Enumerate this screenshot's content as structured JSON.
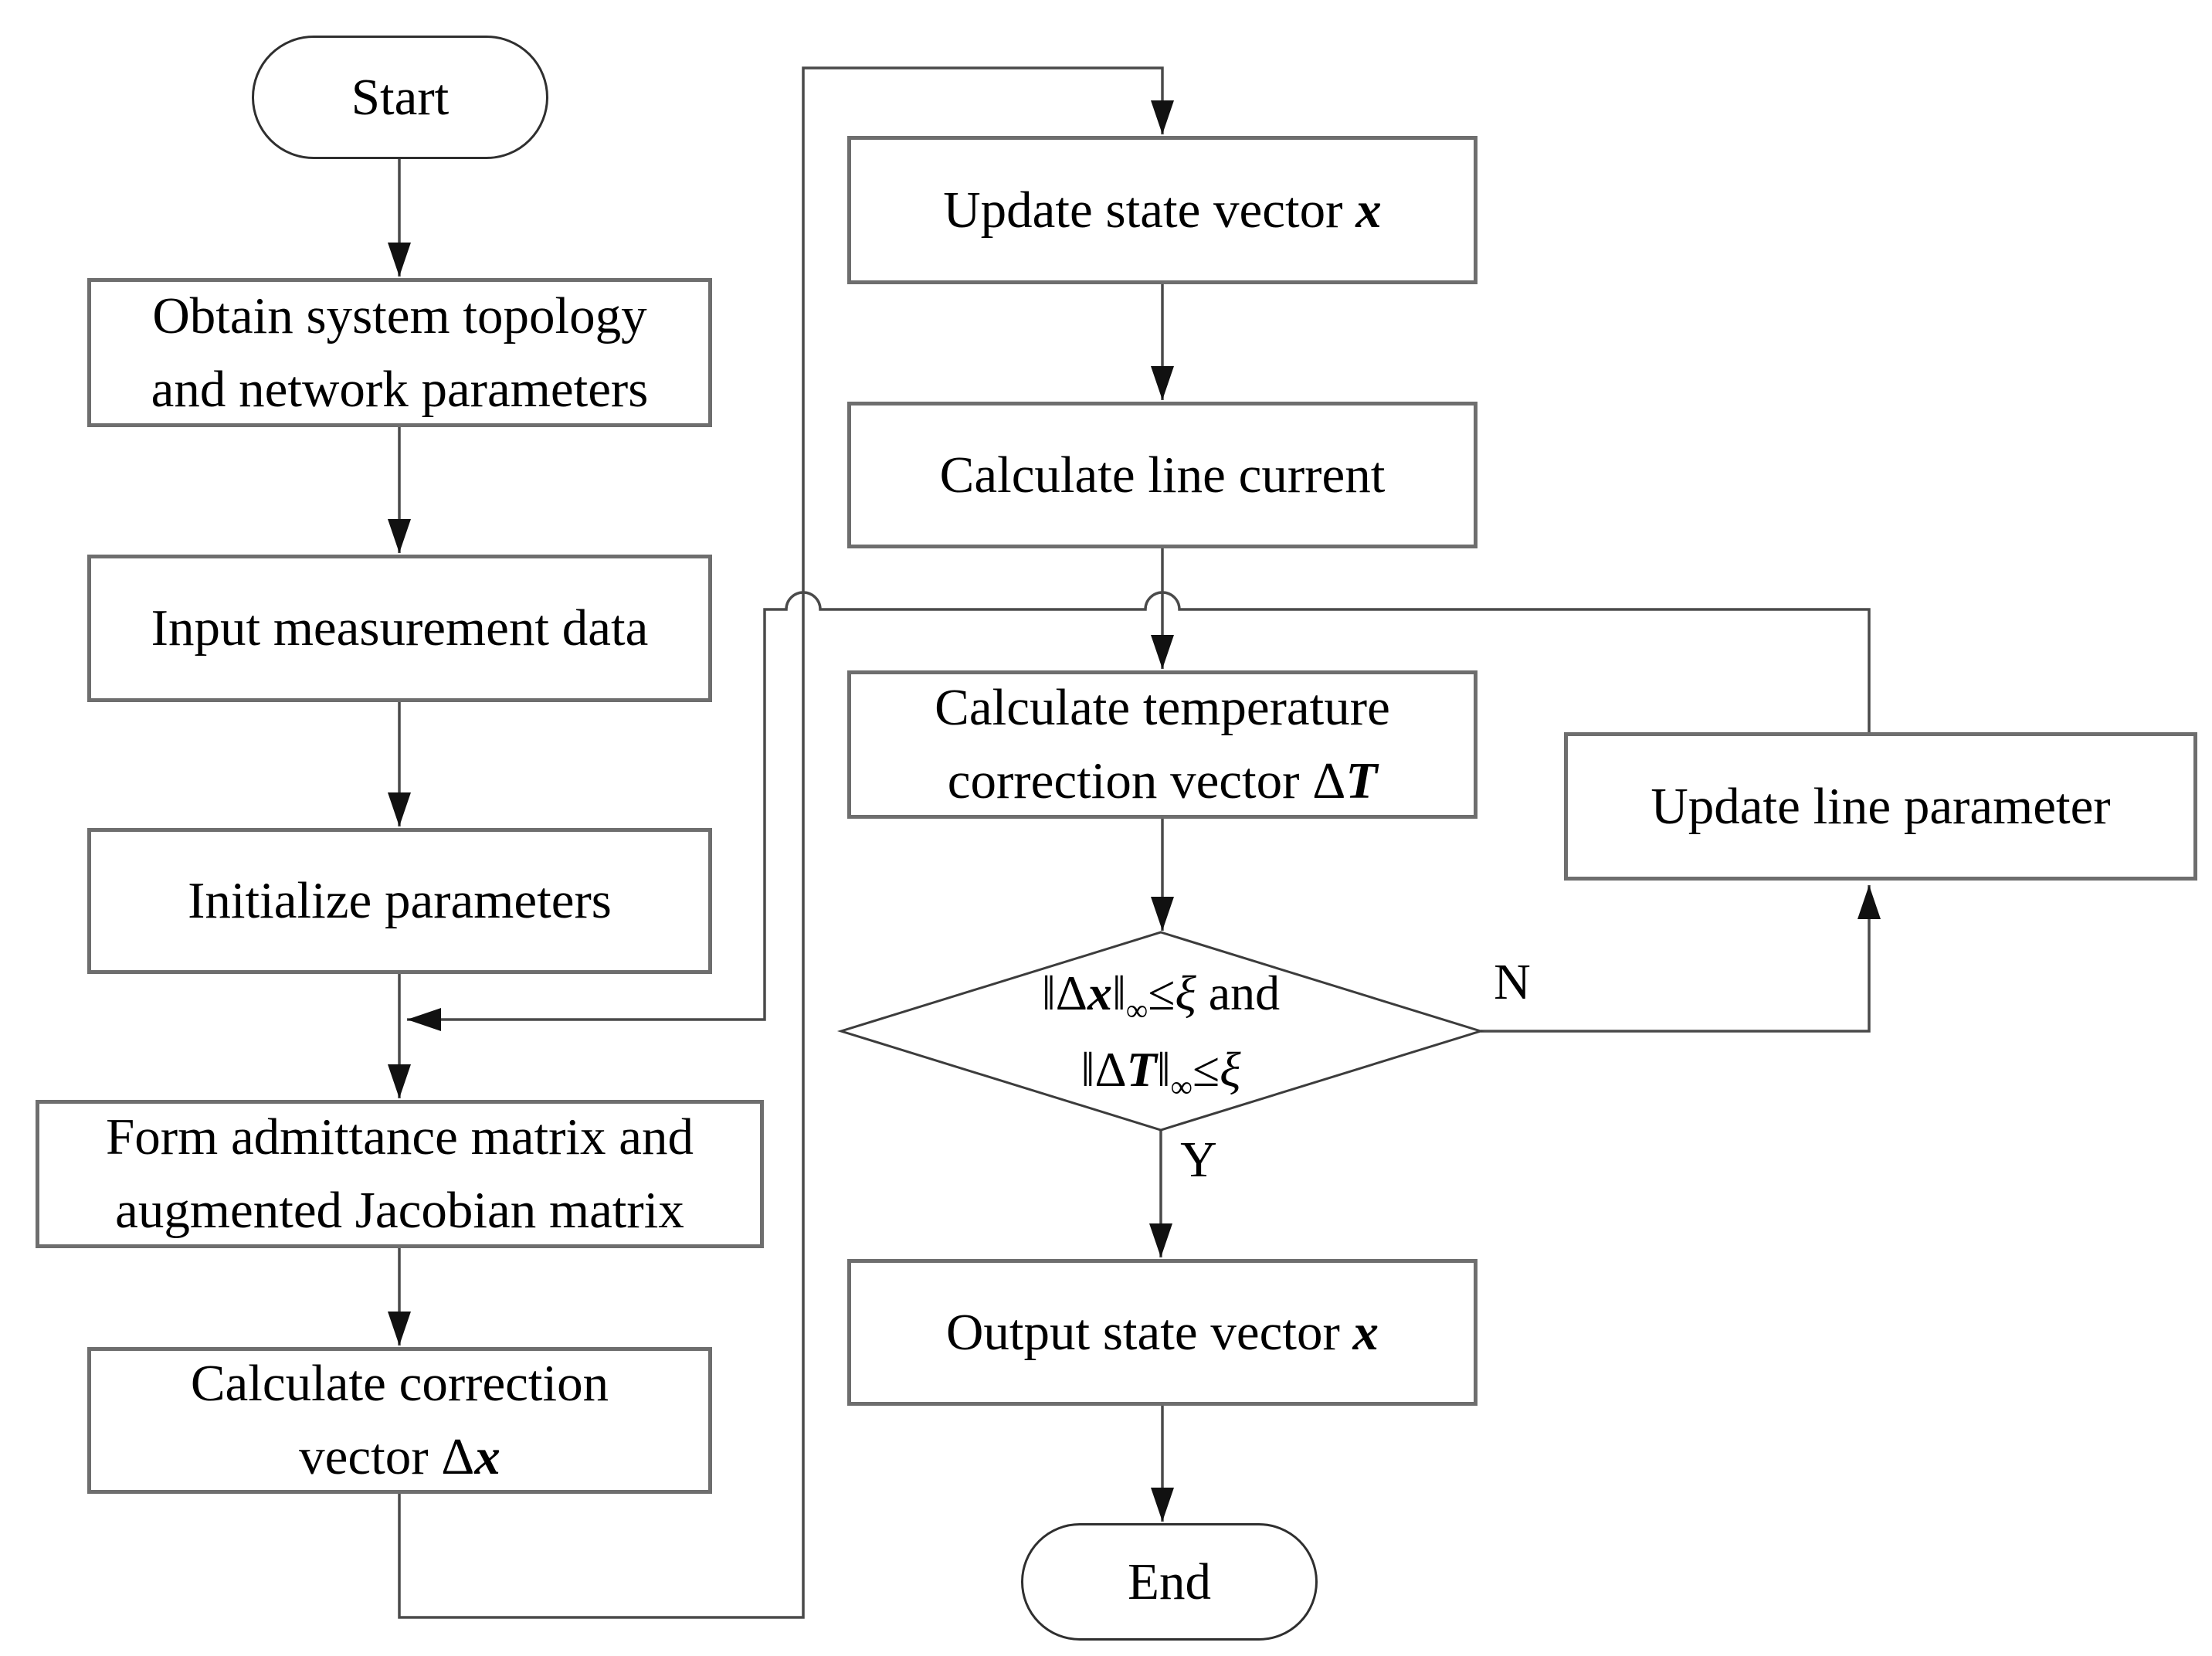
{
  "figure": {
    "type": "flowchart",
    "background": "#ffffff",
    "wire_color": "#4a4a4a",
    "box_border_color": "#6e6e6e",
    "terminal_border_color": "#2f2f2f",
    "arrow_color": "#111111",
    "text_color": "#000000"
  },
  "nodes": {
    "start": {
      "label": "Start"
    },
    "obtain": {
      "line1": "Obtain system topology",
      "line2": "and network parameters"
    },
    "input": {
      "label": "Input measurement data"
    },
    "init": {
      "label": "Initialize parameters"
    },
    "form": {
      "line1": "Form admittance matrix and",
      "line2": "augmented Jacobian matrix"
    },
    "calc_correction": {
      "line1": "Calculate correction",
      "line2_text": "vector Δ",
      "line2_var": "x"
    },
    "update_state": {
      "text": "Update state vector ",
      "var": "x"
    },
    "calc_current": {
      "label": "Calculate line current"
    },
    "calc_temp": {
      "line1": "Calculate temperature",
      "line2_text": "correction vector Δ",
      "line2_var": "T"
    },
    "decision": {
      "l1_open": "‖Δ",
      "l1_var": "x",
      "l1_close": "‖",
      "l1_sub": "∞",
      "l1_rel": "≤",
      "l1_xi": "ξ",
      "l1_tail": " and",
      "l2_open": "‖Δ",
      "l2_var": "T",
      "l2_close": "‖",
      "l2_sub": "∞",
      "l2_rel": "≤",
      "l2_xi": "ξ"
    },
    "output": {
      "text": "Output state vector ",
      "var": "x"
    },
    "end": {
      "label": "End"
    },
    "update_param": {
      "label": "Update line parameter"
    }
  },
  "edge_labels": {
    "no": "N",
    "yes": "Y"
  }
}
